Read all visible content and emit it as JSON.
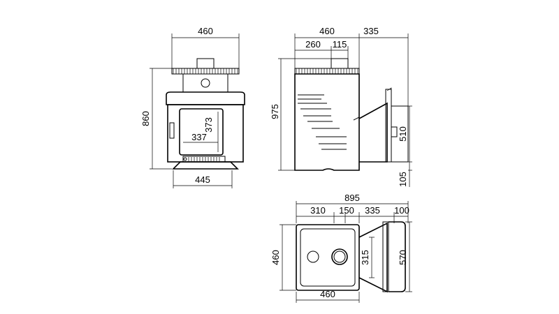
{
  "front_view": {
    "top_width": "460",
    "height": "860",
    "glass_height": "373",
    "glass_width": "337",
    "bottom_width": "445"
  },
  "side_view": {
    "top_width": "460",
    "tank_offset": "335",
    "tank_center_offset": "260",
    "flue_diameter": "115",
    "height": "975",
    "tunnel_height": "510",
    "tunnel_base": "105"
  },
  "top_view": {
    "overall_length": "895",
    "chimney_offset": "310",
    "chimney_diameter": "150",
    "tunnel_length": "335",
    "frame_depth": "100",
    "depth": "460",
    "tunnel_width": "315",
    "frame_width": "570",
    "bottom_width": "460"
  }
}
